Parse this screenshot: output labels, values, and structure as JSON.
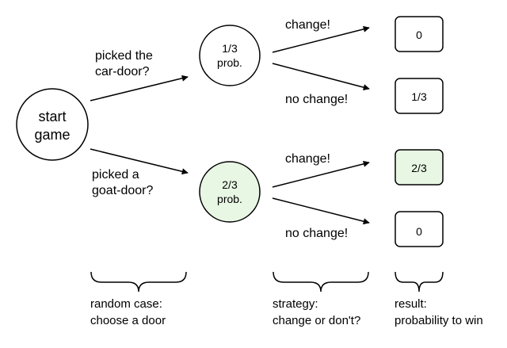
{
  "colors": {
    "stroke": "#000000",
    "background": "#ffffff",
    "highlight_fill": "#e8f7e4"
  },
  "nodes": {
    "start": {
      "line1": "start",
      "line2": "game"
    },
    "car_prob": {
      "line1": "1/3",
      "line2": "prob."
    },
    "goat_prob": {
      "line1": "2/3",
      "line2": "prob."
    }
  },
  "edges": {
    "to_car": {
      "line1": "picked the",
      "line2": "car-door?"
    },
    "to_goat": {
      "line1": "picked a",
      "line2": "goat-door?"
    },
    "car_change": "change!",
    "car_no_change": "no change!",
    "goat_change": "change!",
    "goat_no_change": "no change!"
  },
  "results": {
    "car_change": "0",
    "car_no_change": "1/3",
    "goat_change": "2/3",
    "goat_no_change": "0"
  },
  "captions": {
    "random_case": {
      "line1": "random case:",
      "line2": "choose a door"
    },
    "strategy": {
      "line1": "strategy:",
      "line2": "change or don't?"
    },
    "result": {
      "line1": "result:",
      "line2": "probability to win"
    }
  }
}
